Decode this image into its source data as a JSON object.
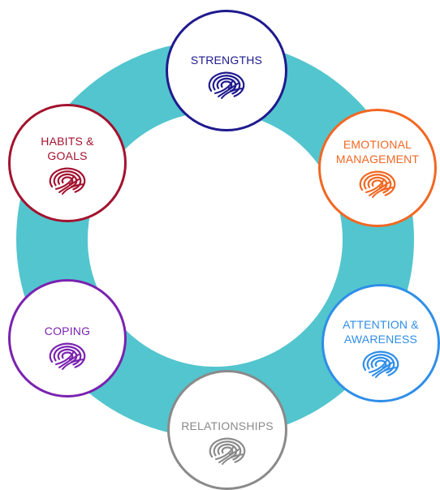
{
  "ring_color": "#53c5ce",
  "nodes": [
    {
      "id": "strengths",
      "label": "STRENGTHS",
      "color": "#1f1a8e",
      "icon": "fingerprint-swirl-icon"
    },
    {
      "id": "emotional-management",
      "label": "EMOTIONAL\nMANAGEMENT",
      "color": "#f26722",
      "icon": "fingerprint-swirl-icon"
    },
    {
      "id": "attention-awareness",
      "label": "ATTENTION &\nAWARENESS",
      "color": "#2f8ee8",
      "icon": "fingerprint-swirl-icon"
    },
    {
      "id": "relationships",
      "label": "RELATIONSHIPS",
      "color": "#8a8a8a",
      "icon": "fingerprint-swirl-icon"
    },
    {
      "id": "coping",
      "label": "COPING",
      "color": "#7a22b0",
      "icon": "fingerprint-swirl-icon"
    },
    {
      "id": "habits-goals",
      "label": "HABITS &\nGOALS",
      "color": "#a3122e",
      "icon": "fingerprint-swirl-icon"
    }
  ]
}
